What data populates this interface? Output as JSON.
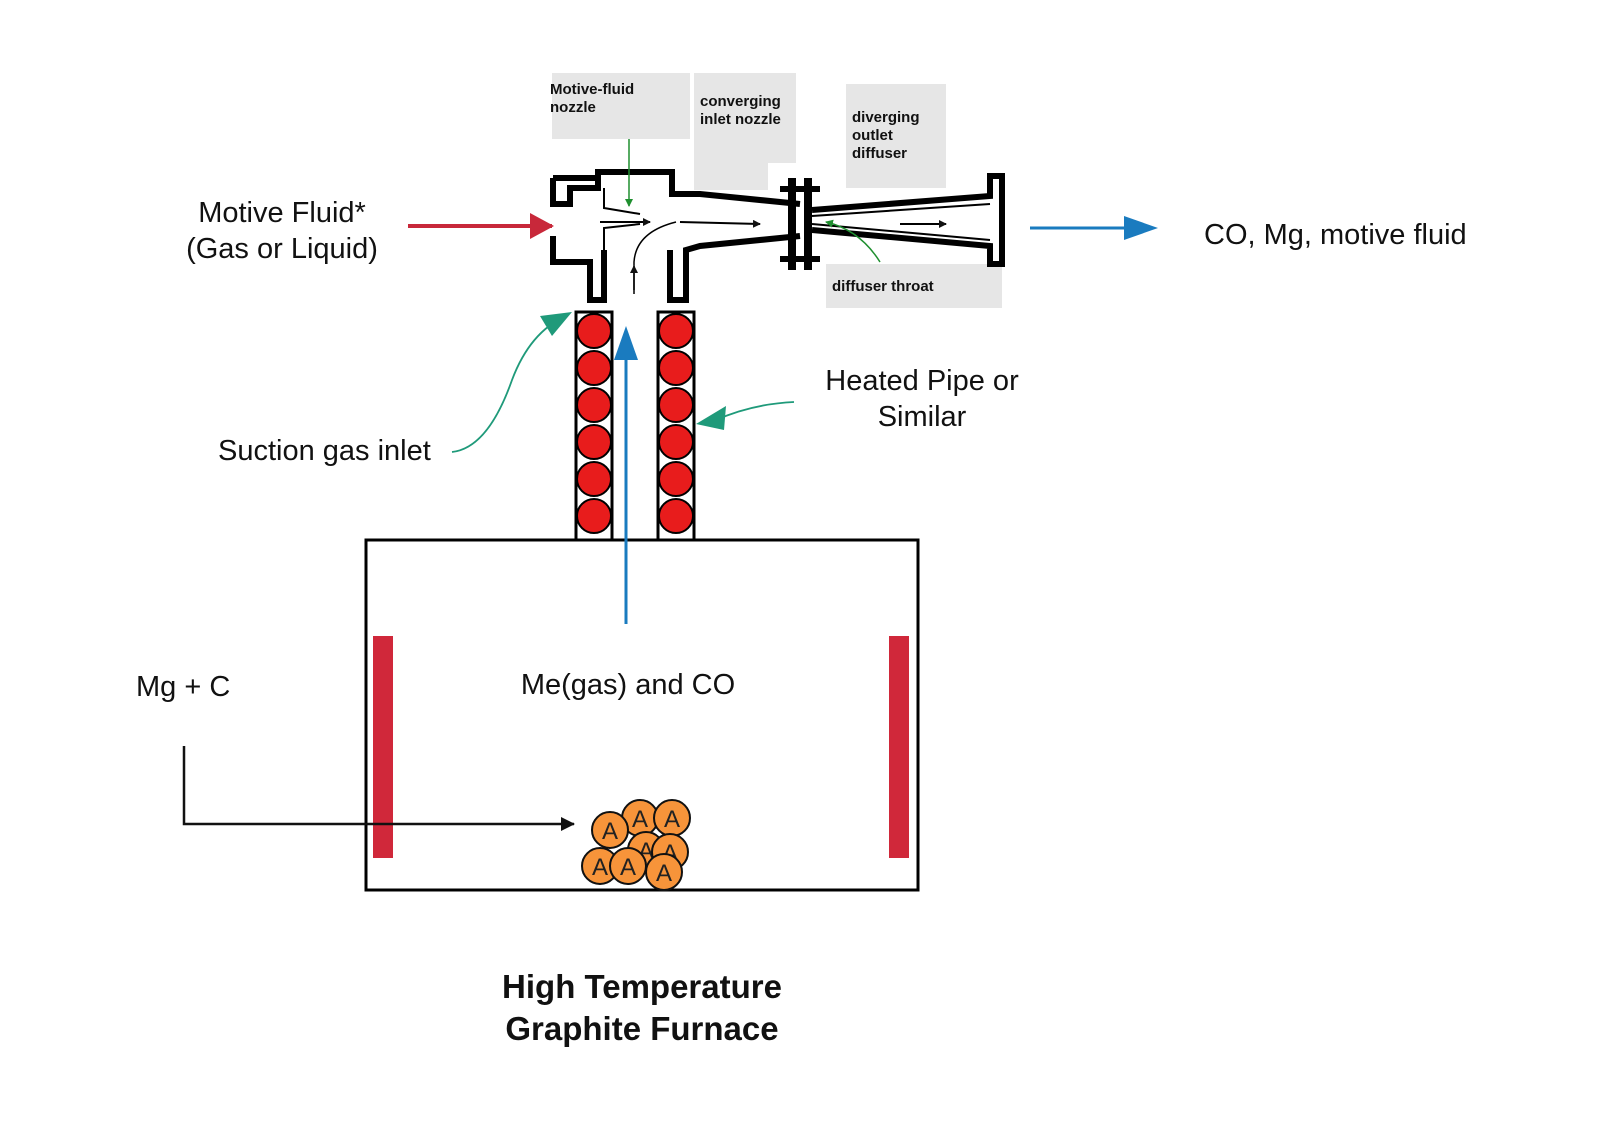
{
  "labels": {
    "motive_fluid_line1": "Motive Fluid*",
    "motive_fluid_line2": "(Gas or Liquid)",
    "output": "CO, Mg, motive fluid",
    "heated_pipe_line1": "Heated Pipe or",
    "heated_pipe_line2": "Similar",
    "suction_gas_inlet": "Suction gas inlet",
    "feed": "Mg + C",
    "furnace_gas": "Me(gas) and CO",
    "furnace_title_line1": "High Temperature",
    "furnace_title_line2": "Graphite Furnace"
  },
  "ejector_callouts": {
    "motive_nozzle_line1": "Motive-fluid",
    "motive_nozzle_line2": "nozzle",
    "converging_line1": "converging",
    "converging_line2": "inlet nozzle",
    "diverging_line1": "diverging",
    "diverging_line2": "outlet",
    "diverging_line3": "diffuser",
    "throat": "diffuser throat"
  },
  "particle_letter": "A",
  "colors": {
    "motive_arrow": "#c8283a",
    "output_arrow": "#1a7bbf",
    "gas_arrow": "#1a7bbf",
    "callout_arrow": "#1f9a7a",
    "heater_ball": "#e81c1c",
    "heating_element": "#d0283a",
    "particle": "#f7943a",
    "callout_box": "#e6e6e6"
  }
}
